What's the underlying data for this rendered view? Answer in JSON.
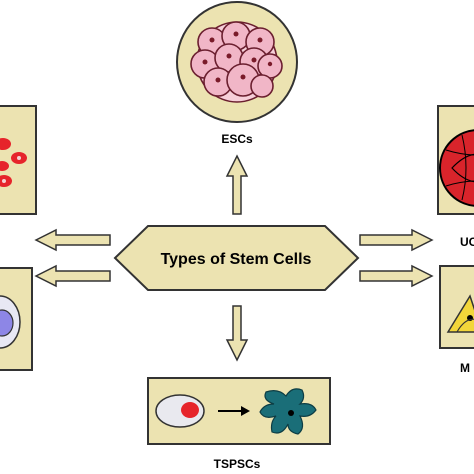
{
  "colors": {
    "panel_fill": "#ece3b1",
    "panel_stroke": "#333333",
    "arrow_fill": "#ece3b1",
    "cell_pink": "#f1b6c7",
    "cell_red": "#e6242b",
    "nucleus_dark": "#6e3434",
    "hand_green": "#1a6e78",
    "blue_cell": "#8d86e6"
  },
  "diagram": {
    "center_label": "Types of Stem Cells",
    "nodes": [
      {
        "id": "esc",
        "label": "ESCs",
        "position": "top"
      },
      {
        "id": "tspsc",
        "label": "TSPSCs",
        "position": "bottom"
      },
      {
        "id": "ucb",
        "label": "UC",
        "position": "right-upper"
      },
      {
        "id": "msc",
        "label": "M",
        "position": "right-lower"
      },
      {
        "id": "left-upper",
        "label": "",
        "position": "left-upper"
      },
      {
        "id": "left-lower",
        "label": "",
        "position": "left-lower"
      }
    ]
  },
  "icons": [
    "embryo-cluster-icon",
    "red-cells-icon",
    "blue-cell-icon",
    "differentiation-icon",
    "red-globe-icon",
    "triangle-cell-icon"
  ]
}
